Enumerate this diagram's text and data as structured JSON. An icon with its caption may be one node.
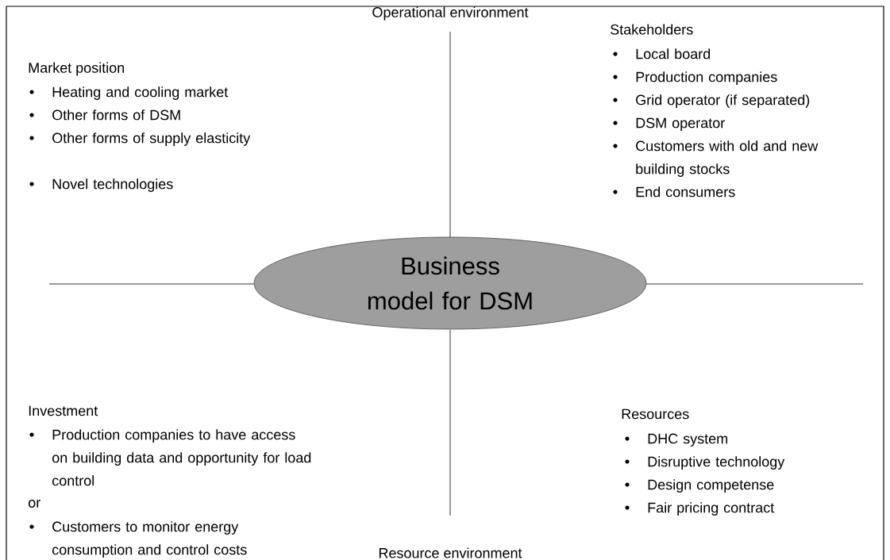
{
  "diagram": {
    "nodes": [
      {
        "text": [
          "Business model for DSM"
        ]
      }
    ],
    "labels": [
      "Operational environment",
      "Market position",
      "Heating and cooling market",
      "Other forms of DSM",
      "Other forms of supply elasticity",
      "Novel technologies",
      "Stakeholders",
      "Local board",
      "Production companies",
      "Grid operator (if separated)",
      "DSM operator",
      "Customers with old and new building stocks",
      "End consumers",
      "Investment",
      "Production companies to have access on building data and opportunity for load control",
      "or",
      "Customers to monitor energy consumption and control costs",
      "Resources",
      "DHC system",
      "Disruptive technology",
      "Design competense",
      "Fair pricing contract",
      "Resource environment"
    ]
  }
}
